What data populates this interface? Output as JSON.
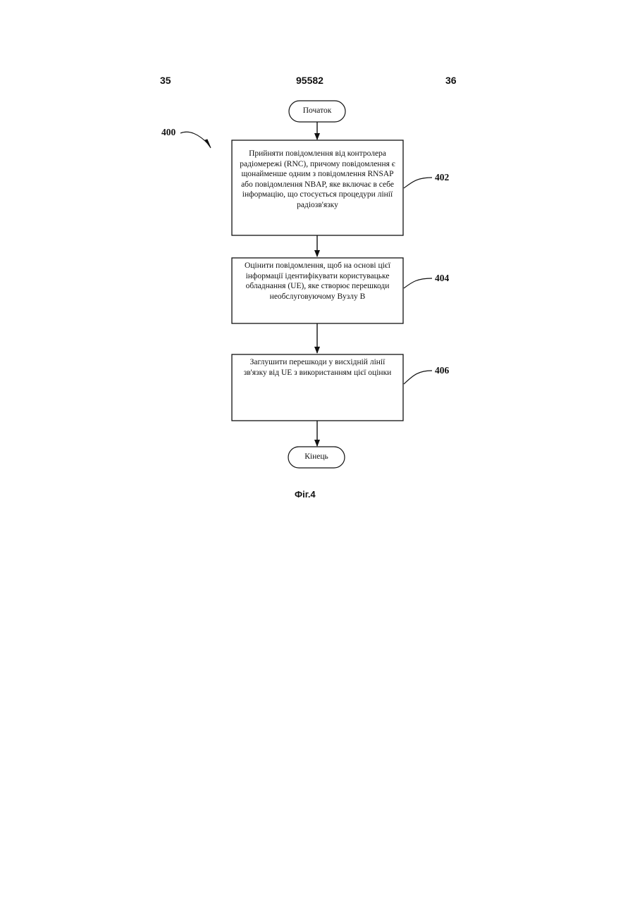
{
  "header": {
    "left_page": "35",
    "document_number": "95582",
    "right_page": "36"
  },
  "figure_ref": "400",
  "flowchart": {
    "start_label": "Початок",
    "end_label": "Кінець",
    "steps": [
      {
        "ref": "402",
        "text": "Прийняти повідомлення від контролера радіомережі (RNC), причому повідомлення є щонайменше одним з повідомлення RNSAP або повідомлення NBAP, яке включає в себе інформацію, що стосується процедури лінії радіозв'язку"
      },
      {
        "ref": "404",
        "text": "Оцінити повідомлення, щоб на основі цієї інформації ідентифікувати користувацьке обладнання (UE), яке створює перешкоди необслуговуючому Вузлу В"
      },
      {
        "ref": "406",
        "text": "Заглушити перешкоди у висхідній лінії зв'язку від UE з використанням цієї оцінки"
      }
    ]
  },
  "caption": "Фіг.4"
}
